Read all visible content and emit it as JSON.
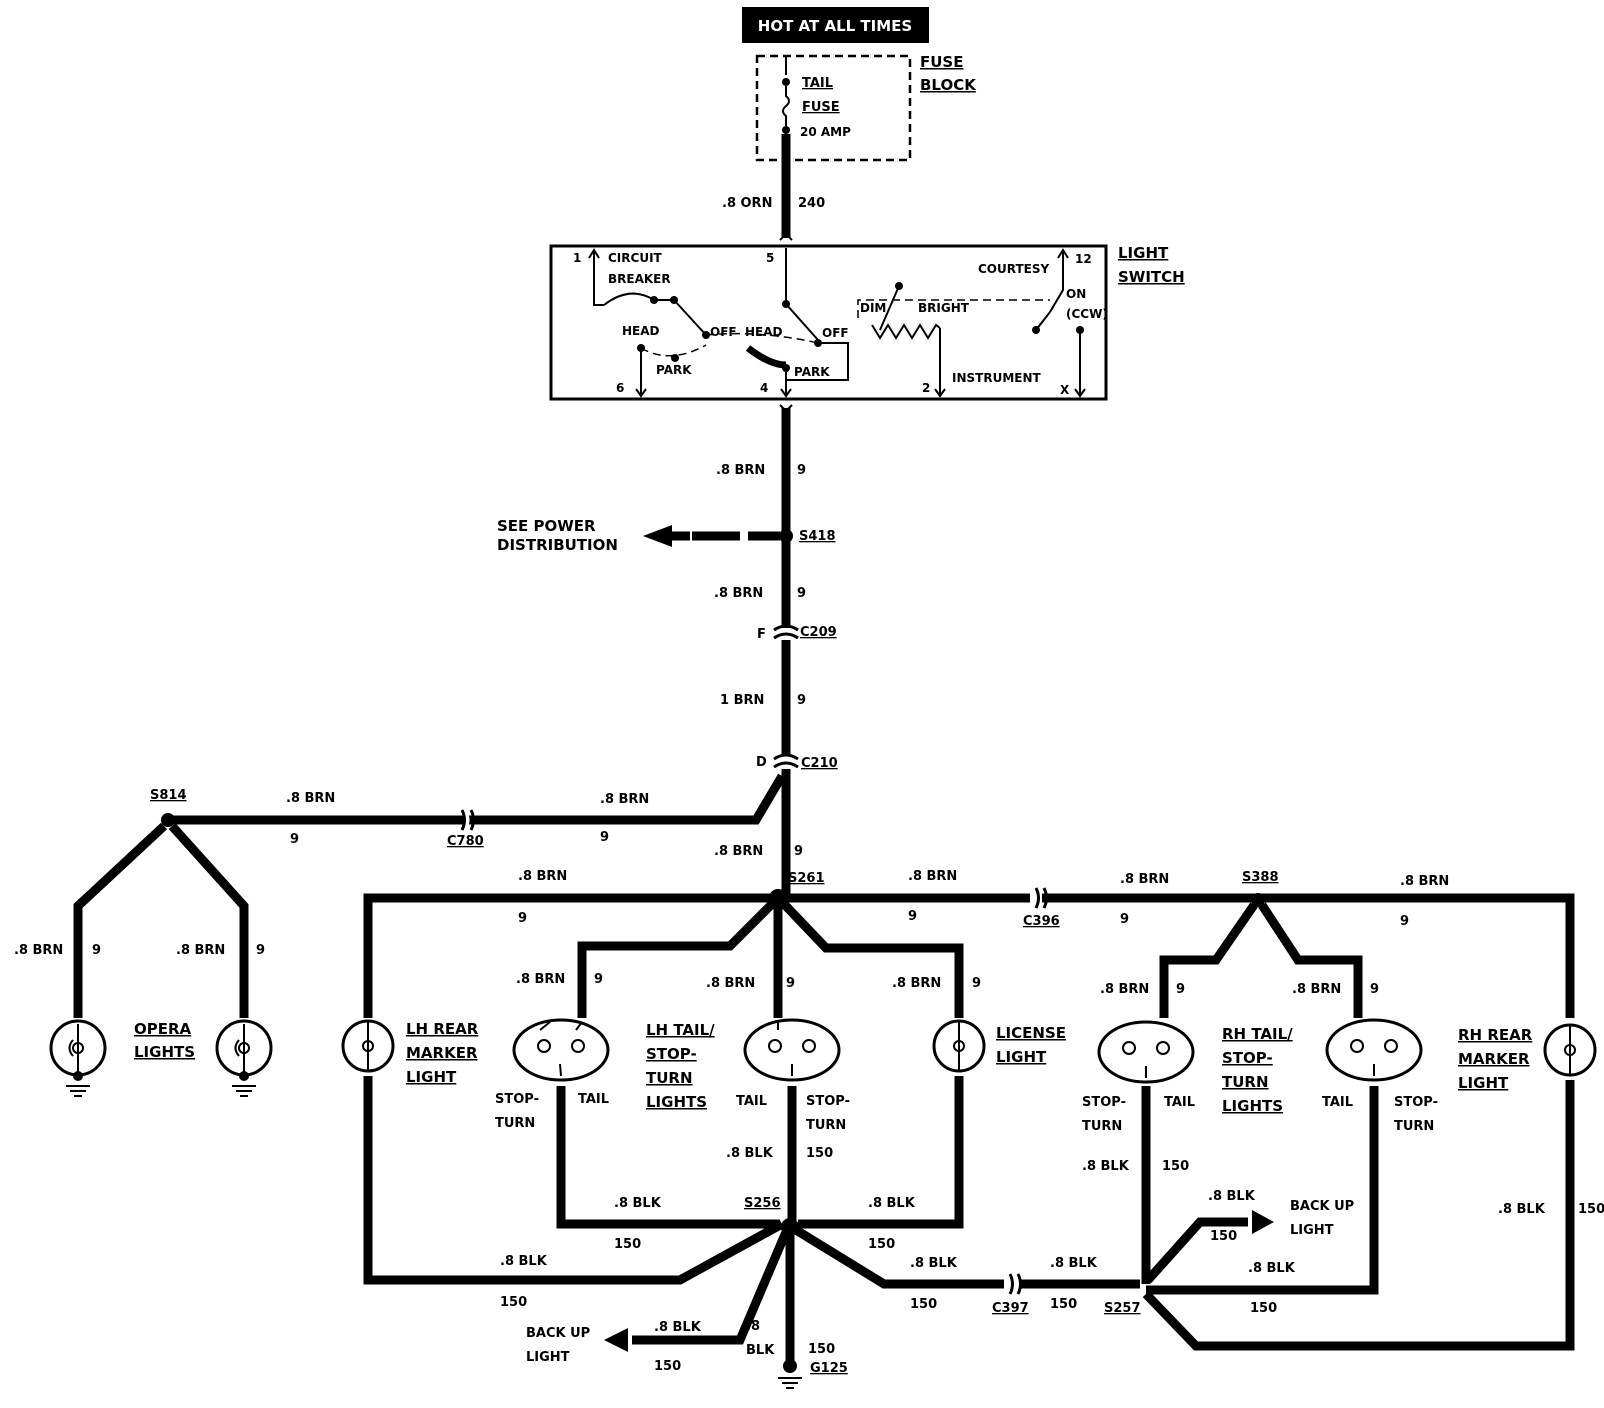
{
  "hot_label": "HOT AT ALL TIMES",
  "fuse_block": {
    "line1": "FUSE",
    "line2": "BLOCK",
    "tail": "TAIL",
    "fuse": "FUSE",
    "amp": "20 AMP"
  },
  "wire_top": {
    "gauge": ".8 ORN",
    "circuit": "240"
  },
  "light_switch": {
    "title1": "LIGHT",
    "title2": "SWITCH",
    "t1": "1",
    "t5": "5",
    "t12": "12",
    "t6": "6",
    "t4": "4",
    "t2": "2",
    "tx": "X",
    "circuit": "CIRCUIT",
    "breaker": "BREAKER",
    "head1": "HEAD",
    "off1": "OFF",
    "park1": "PARK",
    "head2": "HEAD",
    "off2": "OFF",
    "park2": "PARK",
    "dim": "DIM",
    "bright": "BRIGHT",
    "courtesy": "COURTESY",
    "on": "ON",
    "ccw": "(CCW)",
    "instrument": "INSTRUMENT"
  },
  "labels": {
    "brn8": ".8 BRN",
    "brn1": "1 BRN",
    "c9": "9",
    "blk8": ".8 BLK",
    "c150": "150",
    "blk_a": ".8",
    "blk_b": "BLK",
    "see_power1": "SEE POWER",
    "see_power2": "DISTRIBUTION",
    "F": "F",
    "D": "D"
  },
  "connectors": {
    "s418": "S418",
    "c209": "C209",
    "c210": "C210",
    "s814": "S814",
    "c780": "C780",
    "s261": "S261",
    "c396": "C396",
    "s388": "S388",
    "s256": "S256",
    "c397": "C397",
    "s257": "S257",
    "g125": "G125"
  },
  "lamps": {
    "opera1": "OPERA",
    "opera2": "LIGHTS",
    "lhrm1": "LH REAR",
    "lhrm2": "MARKER",
    "lhrm3": "LIGHT",
    "lhtail1": "LH TAIL/",
    "lhtail2": "STOP-",
    "lhtail3": "TURN",
    "lhtail4": "LIGHTS",
    "lic1": "LICENSE",
    "lic2": "LIGHT",
    "rhtail1": "RH TAIL/",
    "rhtail2": "STOP-",
    "rhtail3": "TURN",
    "rhtail4": "LIGHTS",
    "rhrm1": "RH REAR",
    "rhrm2": "MARKER",
    "rhrm3": "LIGHT",
    "stop": "STOP-",
    "turn": "TURN",
    "tail": "TAIL",
    "backup1": "BACK UP",
    "backup2": "LIGHT"
  }
}
